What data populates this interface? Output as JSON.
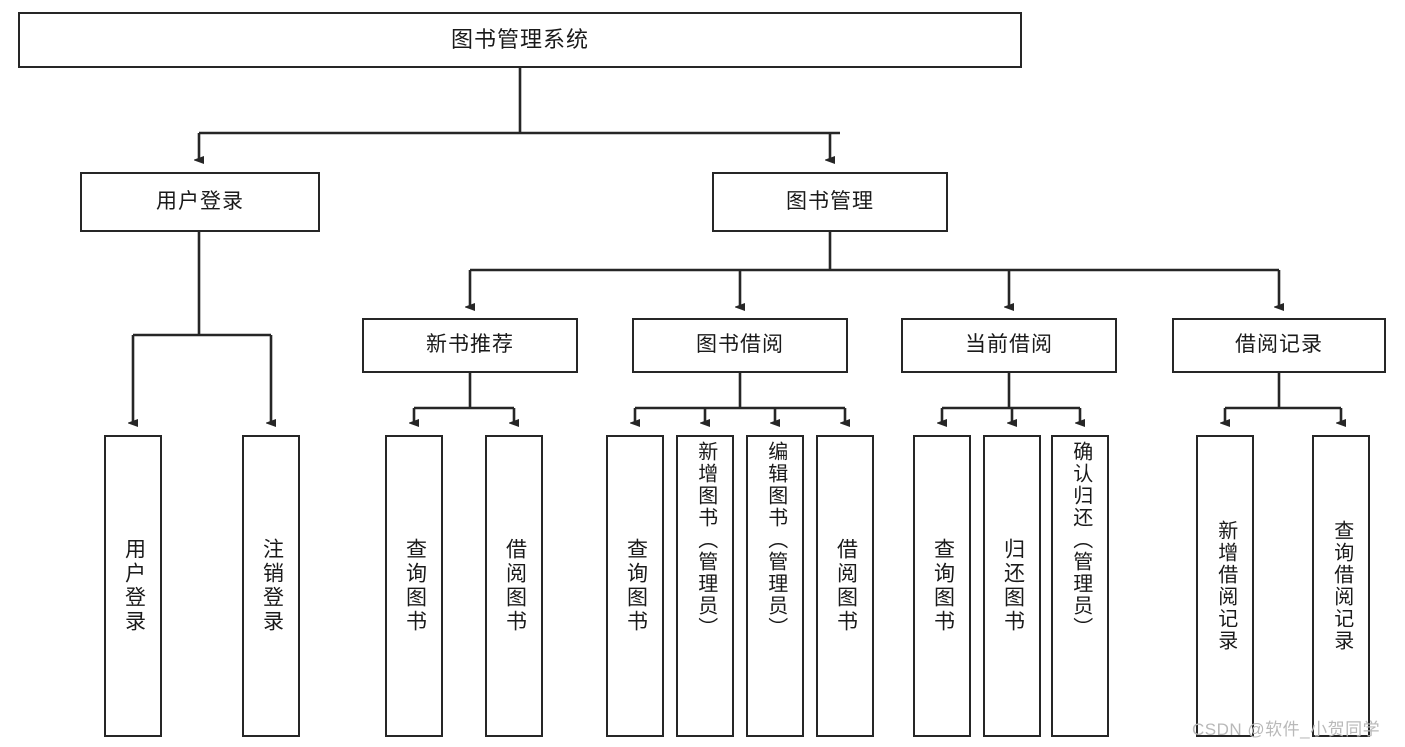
{
  "diagram": {
    "title": "图书管理系统",
    "type": "functional-structure-tree",
    "line_color": "#262626",
    "box_fill": "#ffffff",
    "text_color": "#1a1a1a"
  },
  "nodes": {
    "root": {
      "label": "图书管理系统"
    },
    "level1": [
      {
        "id": "user-login",
        "label": "用户登录"
      },
      {
        "id": "book-manage",
        "label": "图书管理"
      }
    ],
    "level2": [
      {
        "id": "new-book-recommend",
        "label": "新书推荐"
      },
      {
        "id": "book-borrow",
        "label": "图书借阅"
      },
      {
        "id": "current-borrow",
        "label": "当前借阅"
      },
      {
        "id": "borrow-record",
        "label": "借阅记录"
      }
    ],
    "leaves": {
      "user_login": [
        {
          "id": "leaf-user-login",
          "label": "用户登录"
        },
        {
          "id": "leaf-logout-login",
          "label": "注销登录"
        }
      ],
      "new_book_recommend": [
        {
          "id": "leaf-query-book-1",
          "label": "查询图书"
        },
        {
          "id": "leaf-borrow-book-1",
          "label": "借阅图书"
        }
      ],
      "book_borrow": [
        {
          "id": "leaf-query-book-2",
          "label": "查询图书"
        },
        {
          "id": "leaf-add-book-admin",
          "label": "新增图书（管理员）"
        },
        {
          "id": "leaf-edit-book-admin",
          "label": "编辑图书（管理员）"
        },
        {
          "id": "leaf-borrow-book-2",
          "label": "借阅图书"
        }
      ],
      "current_borrow": [
        {
          "id": "leaf-query-book-3",
          "label": "查询图书"
        },
        {
          "id": "leaf-return-book",
          "label": "归还图书"
        },
        {
          "id": "leaf-confirm-return-admin",
          "label": "确认归还（管理员）"
        }
      ],
      "borrow_record": [
        {
          "id": "leaf-add-borrow-record",
          "label": "新增借阅记录"
        },
        {
          "id": "leaf-query-borrow-record",
          "label": "查询借阅记录"
        }
      ]
    }
  },
  "watermark": {
    "text": "CSDN @软件_小贺同学"
  }
}
